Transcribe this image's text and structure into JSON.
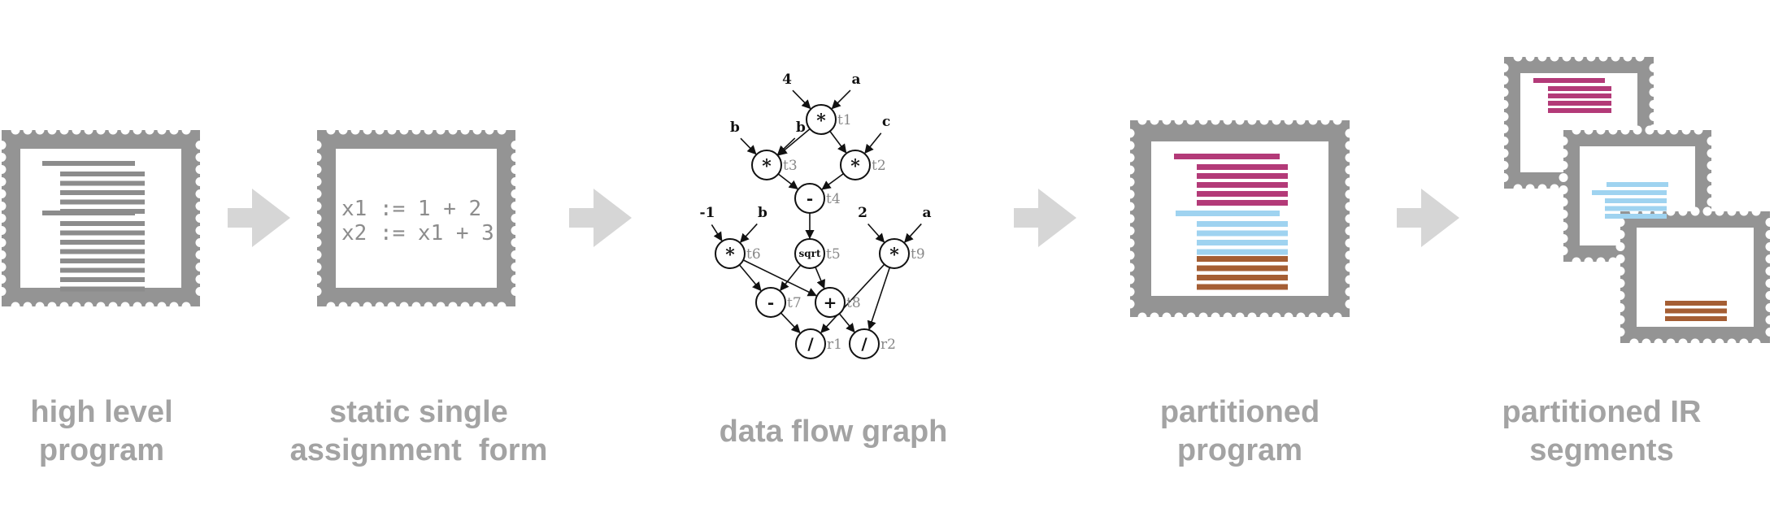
{
  "captions": {
    "high_level": [
      "high level",
      "program"
    ],
    "ssa": [
      "static single",
      "assignment  form"
    ],
    "dfg": [
      "data flow graph"
    ],
    "partitioned": [
      "partitioned",
      "program"
    ],
    "segments": [
      "partitioned IR",
      "segments"
    ]
  },
  "ssa_code": [
    "x1 := 1 + 2",
    "x2 := x1 + 3"
  ],
  "dfg": {
    "nodes": [
      {
        "id": "t1",
        "op": "*",
        "label": "t1"
      },
      {
        "id": "t3",
        "op": "*",
        "label": "t3"
      },
      {
        "id": "t2",
        "op": "*",
        "label": "t2"
      },
      {
        "id": "t4",
        "op": "-",
        "label": "t4"
      },
      {
        "id": "t6",
        "op": "*",
        "label": "t6"
      },
      {
        "id": "t5",
        "op": "sqrt",
        "label": "t5"
      },
      {
        "id": "t9",
        "op": "*",
        "label": "t9"
      },
      {
        "id": "t7",
        "op": "-",
        "label": "t7"
      },
      {
        "id": "t8",
        "op": "+",
        "label": "t8"
      },
      {
        "id": "r1",
        "op": "/",
        "label": "r1"
      },
      {
        "id": "r2",
        "op": "/",
        "label": "r2"
      }
    ],
    "inputs": [
      {
        "id": "in4",
        "text": "4",
        "to": "t1"
      },
      {
        "id": "ina1",
        "text": "a",
        "to": "t1"
      },
      {
        "id": "inb1",
        "text": "b",
        "to": "t3"
      },
      {
        "id": "inb2",
        "text": "b",
        "to": "t3"
      },
      {
        "id": "inc",
        "text": "c",
        "to": "t2"
      },
      {
        "id": "inm1",
        "text": "-1",
        "to": "t6"
      },
      {
        "id": "inb3",
        "text": "b",
        "to": "t6"
      },
      {
        "id": "in2",
        "text": "2",
        "to": "t9"
      },
      {
        "id": "ina2",
        "text": "a",
        "to": "t9"
      }
    ],
    "edges": [
      [
        "t1",
        "t3"
      ],
      [
        "t1",
        "t2"
      ],
      [
        "t3",
        "t4"
      ],
      [
        "t2",
        "t4"
      ],
      [
        "t4",
        "t5"
      ],
      [
        "t6",
        "t7"
      ],
      [
        "t6",
        "t8"
      ],
      [
        "t5",
        "t7"
      ],
      [
        "t5",
        "t8"
      ],
      [
        "t7",
        "r1"
      ],
      [
        "t8",
        "r2"
      ],
      [
        "t9",
        "r1"
      ],
      [
        "t9",
        "r2"
      ]
    ]
  },
  "colors": {
    "frame": "#949494",
    "text_bar": "#8c8c8c",
    "arrow": "#d6d6d6",
    "magenta": "#b33a78",
    "light_blue": "#9fd3f0",
    "brown": "#a55e34",
    "caption": "#a3a3a3"
  }
}
